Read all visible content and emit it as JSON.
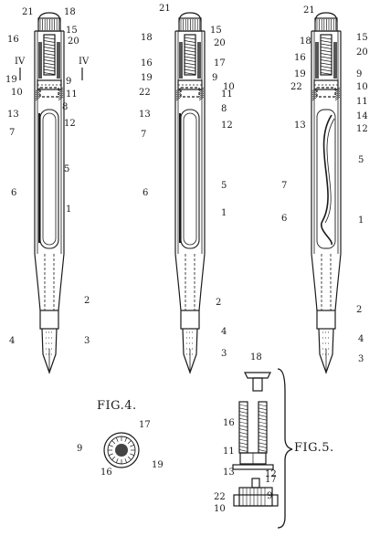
{
  "patent_drawing": {
    "figures": [
      {
        "id": "fig1",
        "section_marks": [
          "IV",
          "IV"
        ],
        "labels": [
          "21",
          "18",
          "16",
          "15",
          "20",
          "19",
          "9",
          "10",
          "11",
          "8",
          "13",
          "12",
          "7",
          "6",
          "5",
          "1",
          "2",
          "4",
          "3"
        ]
      },
      {
        "id": "fig2",
        "labels": [
          "21",
          "15",
          "18",
          "20",
          "16",
          "17",
          "19",
          "9",
          "22",
          "10",
          "11",
          "13",
          "8",
          "12",
          "7",
          "6",
          "5",
          "1",
          "2",
          "4",
          "3"
        ]
      },
      {
        "id": "fig3",
        "labels": [
          "21",
          "18",
          "15",
          "16",
          "20",
          "19",
          "9",
          "22",
          "10",
          "11",
          "13",
          "14",
          "12",
          "7",
          "5",
          "1",
          "6",
          "2",
          "4",
          "3"
        ]
      },
      {
        "id": "fig4",
        "title": "FIG.4.",
        "labels": [
          "17",
          "9",
          "16",
          "19"
        ]
      },
      {
        "id": "fig5",
        "title": "FIG.5.",
        "labels": [
          "18",
          "16",
          "11",
          "13",
          "12",
          "17",
          "9",
          "22",
          "10"
        ]
      }
    ]
  }
}
